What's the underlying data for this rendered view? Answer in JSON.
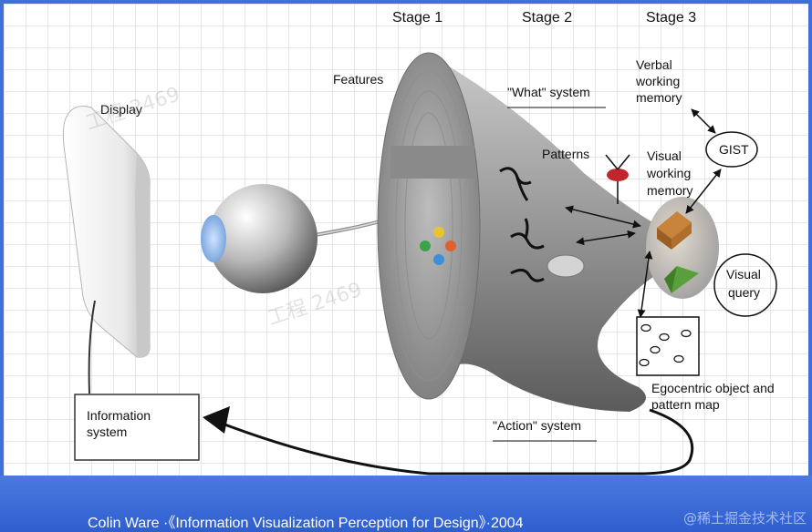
{
  "diagram": {
    "stages": {
      "stage1": "Stage 1",
      "stage2": "Stage 2",
      "stage3": "Stage 3"
    },
    "labels": {
      "display": "Display",
      "features": "Features",
      "what_system": "\"What\" system",
      "patterns": "Patterns",
      "verbal_wm": [
        "Verbal",
        "working",
        "memory"
      ],
      "visual_wm": [
        "Visual",
        "working",
        "memory"
      ],
      "gist": "GIST",
      "visual_query": [
        "Visual",
        "query"
      ],
      "egocentric": [
        "Egocentric object and",
        "pattern map"
      ],
      "action_system": "\"Action\" system",
      "information_system": [
        "Information",
        "system"
      ]
    },
    "watermark_text": "工程 2469",
    "colors": {
      "background": "#3f6fd8",
      "pattern_node": "#c0262b",
      "visual_query_shape": "#5aa03a",
      "memory_object": "#c8843a",
      "text": "#111111"
    }
  },
  "caption": {
    "text": "Colin Ware ·《Information Visualization Perception for Design》·2004",
    "site_watermark": "@稀土掘金技术社区"
  }
}
